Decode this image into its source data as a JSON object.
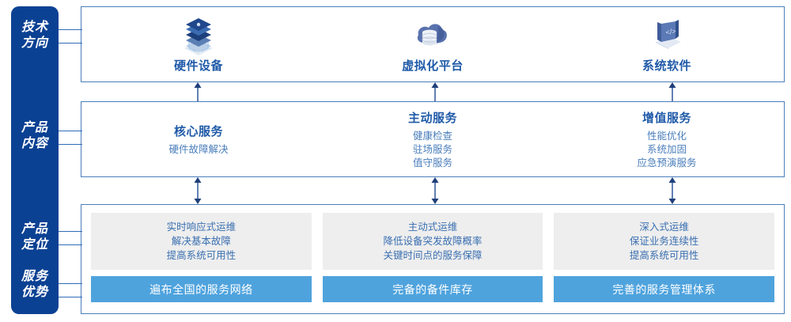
{
  "rail": {
    "labels": [
      {
        "name": "tech-direction",
        "line1": "技术",
        "line2": "方向"
      },
      {
        "name": "product-content",
        "line1": "产品",
        "line2": "内容"
      },
      {
        "name": "product-positioning",
        "line1": "产品",
        "line2": "定位"
      },
      {
        "name": "service-advantage",
        "line1": "服务",
        "line2": "优势"
      }
    ],
    "color": "#0b4193"
  },
  "tech_direction": {
    "items": [
      {
        "icon": "server-stack-icon",
        "title": "硬件设备"
      },
      {
        "icon": "cloud-database-icon",
        "title": "虚拟化平台"
      },
      {
        "icon": "laptop-code-icon",
        "title": "系统软件"
      }
    ]
  },
  "product_content": {
    "items": [
      {
        "title": "核心服务",
        "lines": [
          "硬件故障解决"
        ]
      },
      {
        "title": "主动服务",
        "lines": [
          "健康检查",
          "驻场服务",
          "值守服务"
        ]
      },
      {
        "title": "增值服务",
        "lines": [
          "性能优化",
          "系统加固",
          "应急预演服务"
        ]
      }
    ]
  },
  "product_positioning": {
    "items": [
      {
        "lines": [
          "实时响应式运维",
          "解决基本故障",
          "提高系统可用性"
        ]
      },
      {
        "lines": [
          "主动式运维",
          "降低设备突发故障概率",
          "关键时间点的服务保障"
        ]
      },
      {
        "lines": [
          "深入式运维",
          "保证业务连续性",
          "提高系统可用性"
        ]
      }
    ]
  },
  "service_advantage": {
    "items": [
      {
        "label": "遍布全国的服务网络"
      },
      {
        "label": "完备的备件库存"
      },
      {
        "label": "完善的服务管理体系"
      }
    ]
  },
  "colors": {
    "rail_blue": "#0b4193",
    "border_blue": "#4a7ebb",
    "title_blue": "#1f5aa8",
    "text_blue": "#4a7ebb",
    "grey_box": "#eeeeee",
    "bar_blue": "#4fa3dd",
    "arrow_navy": "#1f3f7a"
  }
}
